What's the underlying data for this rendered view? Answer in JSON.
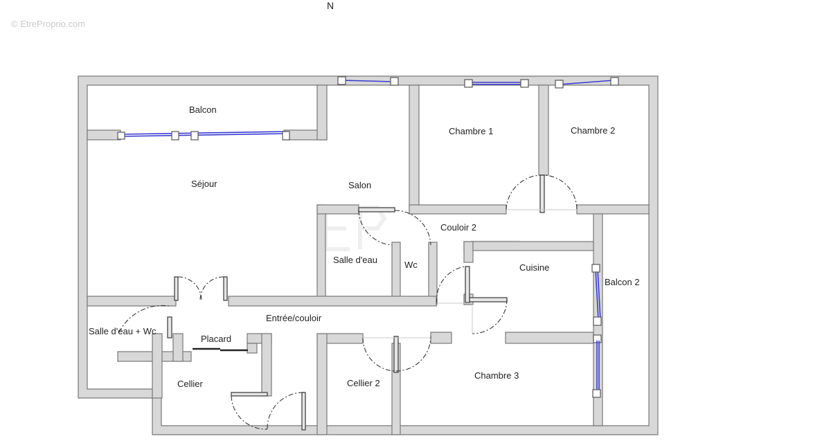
{
  "watermark": "© EtreProprio.com",
  "north_label": "N",
  "rooms": {
    "balcon": "Balcon",
    "sejour": "Séjour",
    "salon": "Salon",
    "chambre1": "Chambre 1",
    "chambre2": "Chambre 2",
    "couloir2": "Couloir 2",
    "salle_eau": "Salle d'eau",
    "wc": "Wc",
    "cuisine": "Cuisine",
    "balcon2": "Balcon 2",
    "entree": "Entrée/couloir",
    "salle_eau_wc": "Salle d'eau + Wc",
    "placard": "Placard",
    "cellier": "Cellier",
    "cellier2": "Cellier 2",
    "chambre3": "Chambre 3"
  },
  "colors": {
    "wall": "#d8d8d8",
    "window": "#3a3ad0"
  }
}
